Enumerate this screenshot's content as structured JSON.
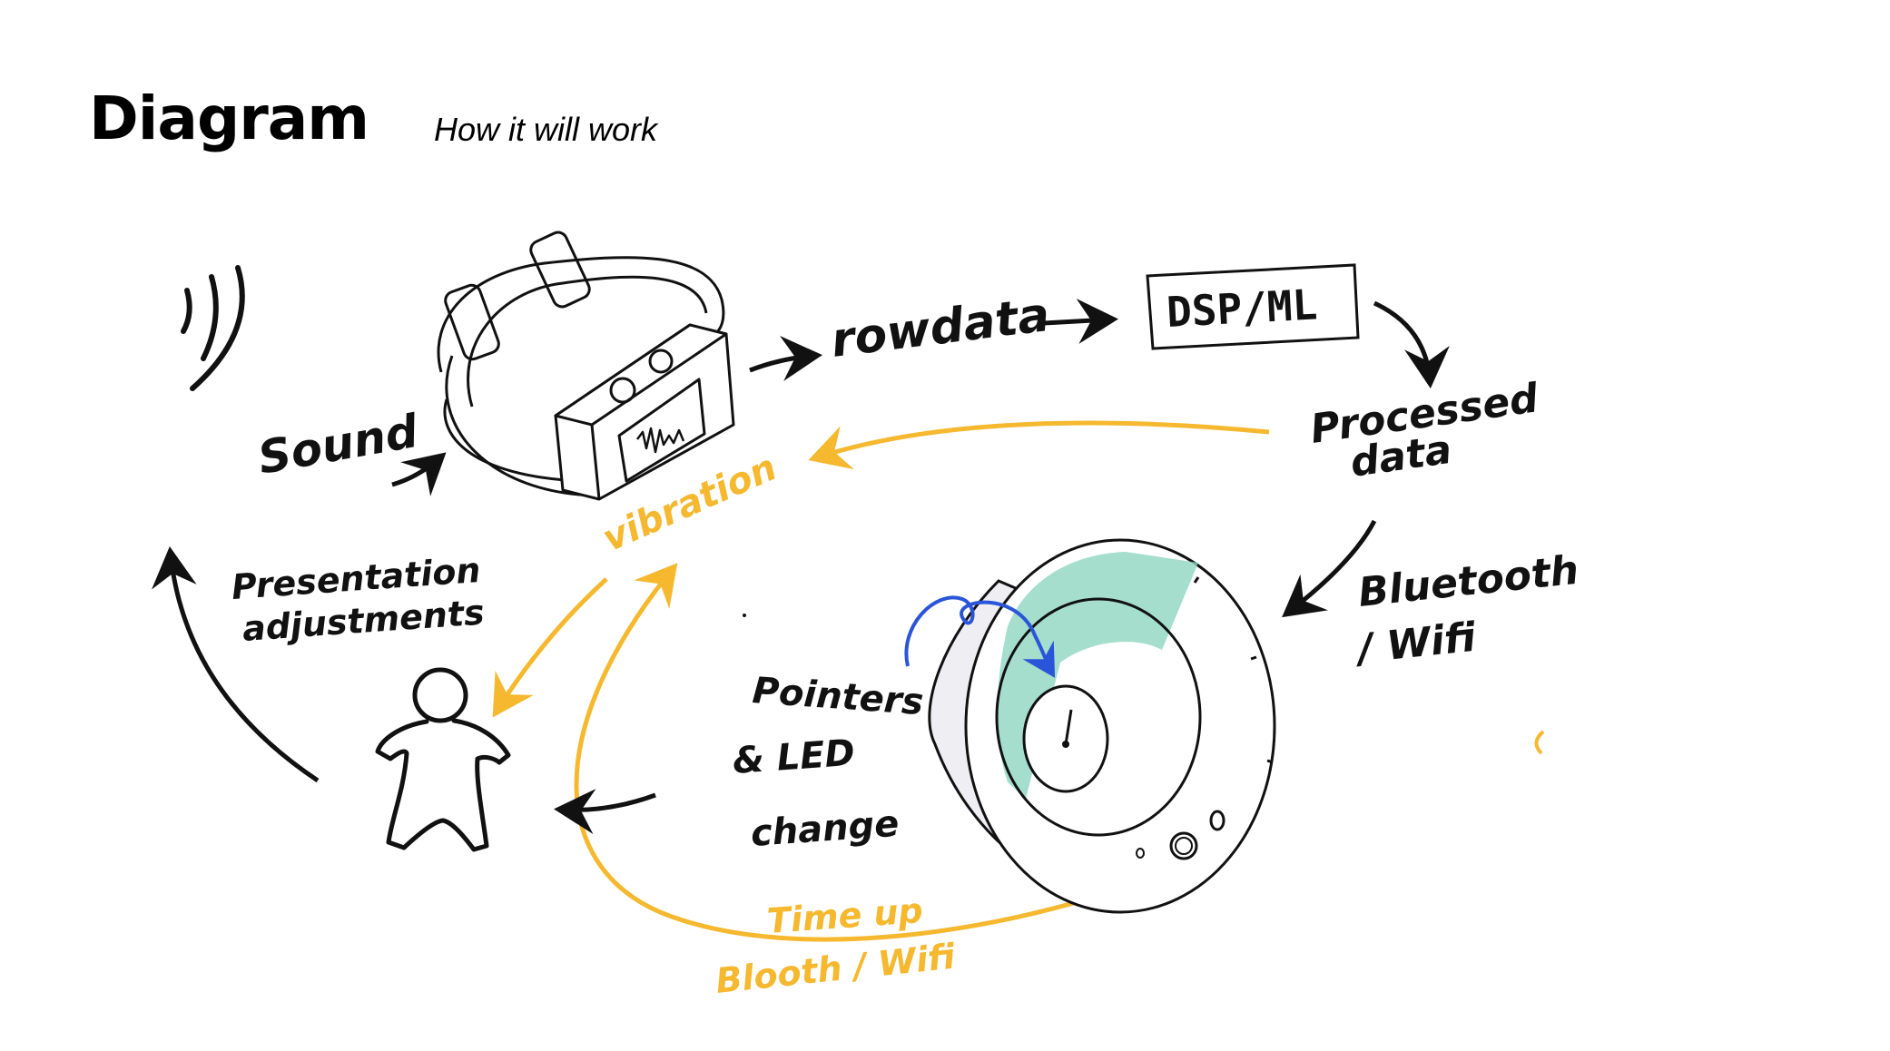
{
  "header": {
    "title": "Diagram",
    "subtitle": "How it will work"
  },
  "labels": {
    "sound": "Sound",
    "rowdata": "rowdata",
    "dsp": "DSP/ML",
    "processed_1": "Processed",
    "processed_2": "data",
    "bluetooth_1": "Bluetooth",
    "bluetooth_2": "/ Wifi",
    "vibration": "vibration",
    "presentation_1": "Presentation",
    "presentation_2": "adjustments",
    "pointers_1": "Pointers",
    "pointers_2": "& LED",
    "pointers_3": "change",
    "timeup": "Time up",
    "blooth": "Blooth / Wifi"
  },
  "colors": {
    "ink": "#111111",
    "accent_yellow": "#f5b82e",
    "led_green": "#8fd6bf",
    "blue_arrow": "#2a55d8",
    "device_shade": "#eeeef3"
  }
}
